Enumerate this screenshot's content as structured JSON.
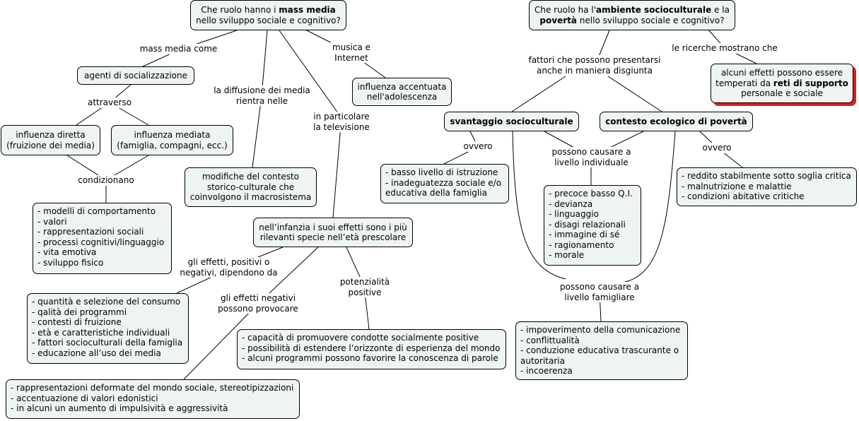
{
  "left_root": {
    "pre": "Che ruolo hanno i ",
    "bold": "mass media",
    "line2": "nello sviluppo sociale e cognitivo?"
  },
  "right_root": {
    "pre": "Che ruolo ha l'",
    "bold": "ambiente socioculturale",
    "mid": " e la",
    "bold2": "povertà",
    "line2": " nello sviluppo sociale e cognitivo?"
  },
  "labels": {
    "mass_media_come": "mass media come",
    "musica_internet": [
      "musica e",
      "Internet"
    ],
    "attraverso": "attraverso",
    "diffusione": [
      "la diffusione dei media",
      "rientra nelle"
    ],
    "televisione": [
      "in particolare",
      "la televisione"
    ],
    "condizionano": "condizionano",
    "effetti_dipendono": [
      "gli effetti, positivi o",
      "negativi, dipendono da"
    ],
    "effetti_negativi": [
      "gli effetti negativi",
      "possono provocare"
    ],
    "potenzialita": [
      "potenzialità",
      "positive"
    ],
    "fattori": [
      "fattori che possono presentarsi",
      "anche in maniera disgiunta"
    ],
    "ricerche": "le ricerche mostrano che",
    "ovvero_left": "ovvero",
    "causare_individuale": [
      "possono causare a",
      "livello individuale"
    ],
    "ovvero_right": "ovvero",
    "causare_famigliare": [
      "possono causare a",
      "livello famigliare"
    ]
  },
  "nodes": {
    "agenti": "agenti di socializzazione",
    "influenza_accentuata": [
      "influenza accentuata",
      "nell'adolescenza"
    ],
    "influenza_diretta": [
      "influenza diretta",
      "(fruizione dei media)"
    ],
    "influenza_mediata": [
      "influenza mediata",
      "(famiglia, compagni, ecc.)"
    ],
    "modifiche": [
      "modifiche del contesto",
      "storico-culturale che",
      "coinvolgono il macrosistema"
    ],
    "modelli": [
      "- modelli di comportamento",
      "- valori",
      "- rappresentazioni sociali",
      "- processi cognitivi/linguaggio",
      "- vita emotiva",
      "- sviluppo fisico"
    ],
    "infanzia": [
      "nell’infanzia i suoi effetti sono i più",
      "rilevanti specie nell’età prescolare"
    ],
    "quantita": [
      "- quantità e selezione del consumo",
      "- qalità dei programmi",
      "- contesti di fruizione",
      "- età e caratteristiche individuali",
      "- fattori socioculturali della famiglia",
      "- educazione all’uso dei media"
    ],
    "capacita": [
      "- capacità di promuovere condotte socialmente positive",
      "- possibilità di estendere l’orizzonte di esperienza del mondo",
      "- alcuni programmi possono favorire la conoscenza di parole"
    ],
    "rappresentazioni": [
      "- rappresentazioni deformate del mondo sociale, stereotipizzazioni",
      "- accentuazione di valori edonistici",
      "- in alcuni un aumento di impulsività e aggressività"
    ],
    "svantaggio": "svantaggio socioculturale",
    "contesto": "contesto ecologico di povertà",
    "reti": {
      "pre": "alcuni effetti possono essere",
      "line2pre": "temperati da ",
      "bold": "reti di supporto",
      "line3": "personale e sociale"
    },
    "istruzione": [
      "- basso livello di istruzione",
      "- inadeguatezza sociale e/o",
      "educativa della famiglia"
    ],
    "reddito": [
      "- reddito stabilmente sotto soglia critica",
      "- malnutrizione e malattie",
      "- condizioni abitative critiche"
    ],
    "precoce": [
      "- precoce basso Q.I.",
      "- devianza",
      "- linguaggio",
      "- disagi relazionali",
      "- immagine di sé",
      "- ragionamento",
      "- morale"
    ],
    "impoverimento": [
      "- impoverimento della comunicazione",
      "- conflittualità",
      "- conduzione educativa trascurante o",
      "autoritaria",
      "- incoerenza"
    ]
  },
  "colors": {
    "node_fill": "#eef3f4",
    "line": "#000000",
    "shadow": "#d42020"
  }
}
